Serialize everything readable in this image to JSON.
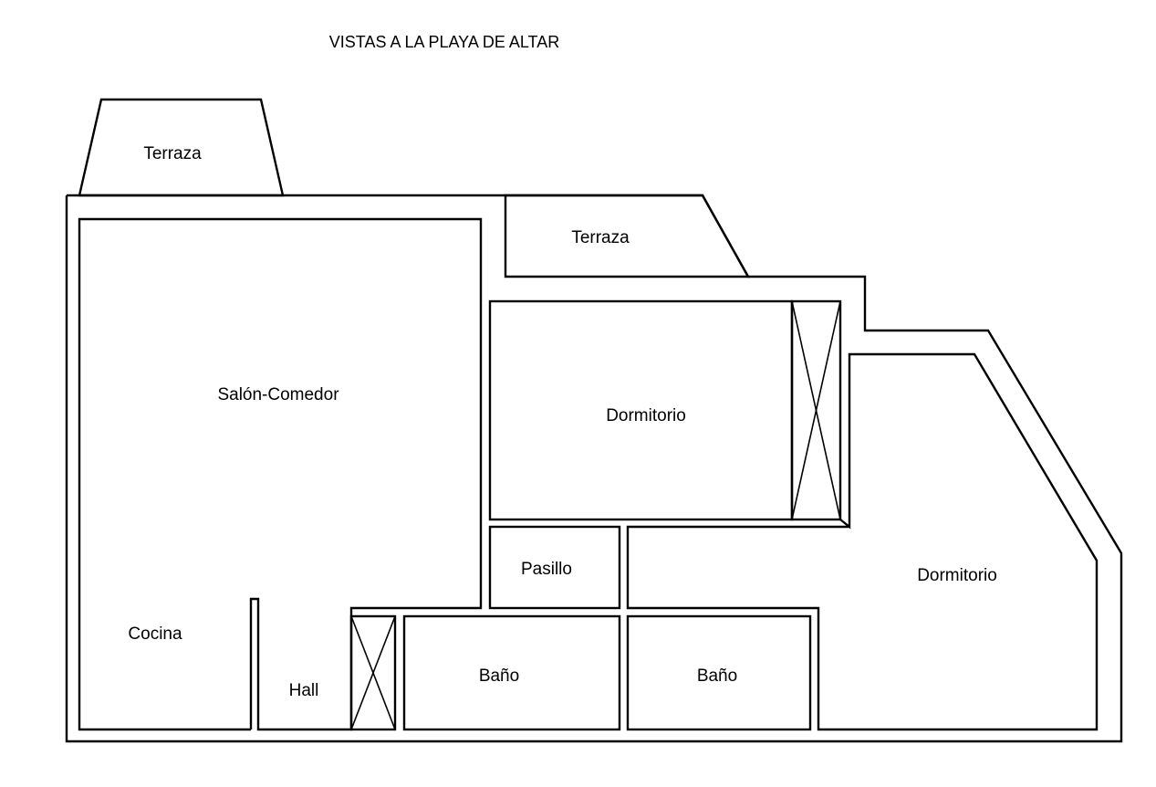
{
  "plan": {
    "title": "VISTAS A LA PLAYA DE ALTAR",
    "rooms": {
      "terrace_upper": "Terraza",
      "terrace_middle": "Terraza",
      "living_dining": "Salón-Comedor",
      "bedroom_main": "Dormitorio",
      "bedroom_second": "Dormitorio",
      "hallway": "Pasillo",
      "kitchen": "Cocina",
      "entrance_hall": "Hall",
      "bathroom_left": "Baño",
      "bathroom_right": "Baño"
    }
  }
}
